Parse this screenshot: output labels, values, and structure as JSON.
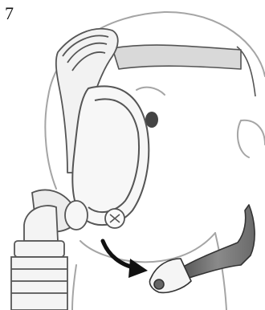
{
  "step": {
    "number": "7"
  },
  "illustration": {
    "subject": "cpap-full-face-mask-on-head",
    "icons": [
      "head-outline",
      "full-face-mask",
      "headgear-strap",
      "mask-elbow",
      "air-tube",
      "bottom-strap",
      "curved-arrow"
    ],
    "colors": {
      "outline": "#9a9a9a",
      "mask_line": "#6f6f6f",
      "strap_fill": "#8a8a8a",
      "strap_dark": "#555555",
      "arrow": "#111111"
    }
  }
}
